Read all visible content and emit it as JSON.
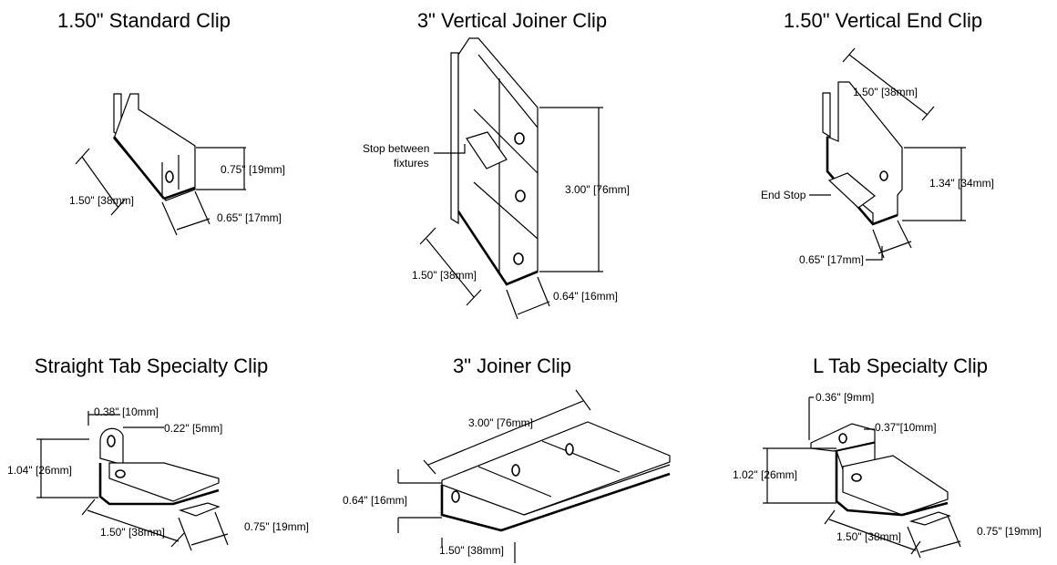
{
  "clips": [
    {
      "title": "1.50\" Standard Clip",
      "dims": {
        "height": "0.75\" [19mm]",
        "length": "1.50\" [38mm]",
        "width": "0.65\" [17mm]"
      }
    },
    {
      "title": "3\" Vertical Joiner Clip",
      "dims": {
        "height": "3.00\" [76mm]",
        "length": "1.50\" [38mm]",
        "width": "0.64\" [16mm]"
      },
      "callouts": {
        "stop_line1": "Stop between",
        "stop_line2": "fixtures"
      }
    },
    {
      "title": "1.50\" Vertical End Clip",
      "dims": {
        "length": "1.50\" [38mm]",
        "height": "1.34\" [34mm]",
        "width": "0.65\" [17mm]"
      },
      "callouts": {
        "end_stop": "End Stop"
      }
    },
    {
      "title": "Straight Tab Specialty Clip",
      "dims": {
        "tab_width": "0.38\" [10mm]",
        "hole": "0.22\" [5mm]",
        "height": "1.04\" [26mm]",
        "length": "1.50\" [38mm]",
        "width": "0.75\" [19mm]"
      }
    },
    {
      "title": "3\" Joiner Clip",
      "dims": {
        "length": "3.00\" [76mm]",
        "height": "0.64\" [16mm]",
        "width": "1.50\" [38mm]"
      }
    },
    {
      "title": "L Tab Specialty Clip",
      "dims": {
        "tab_width": "0.36\" [9mm]",
        "tab_length": "0.37\"[10mm]",
        "height": "1.02\" [26mm]",
        "length": "1.50\" [38mm]",
        "width": "0.75\" [19mm]"
      }
    }
  ]
}
